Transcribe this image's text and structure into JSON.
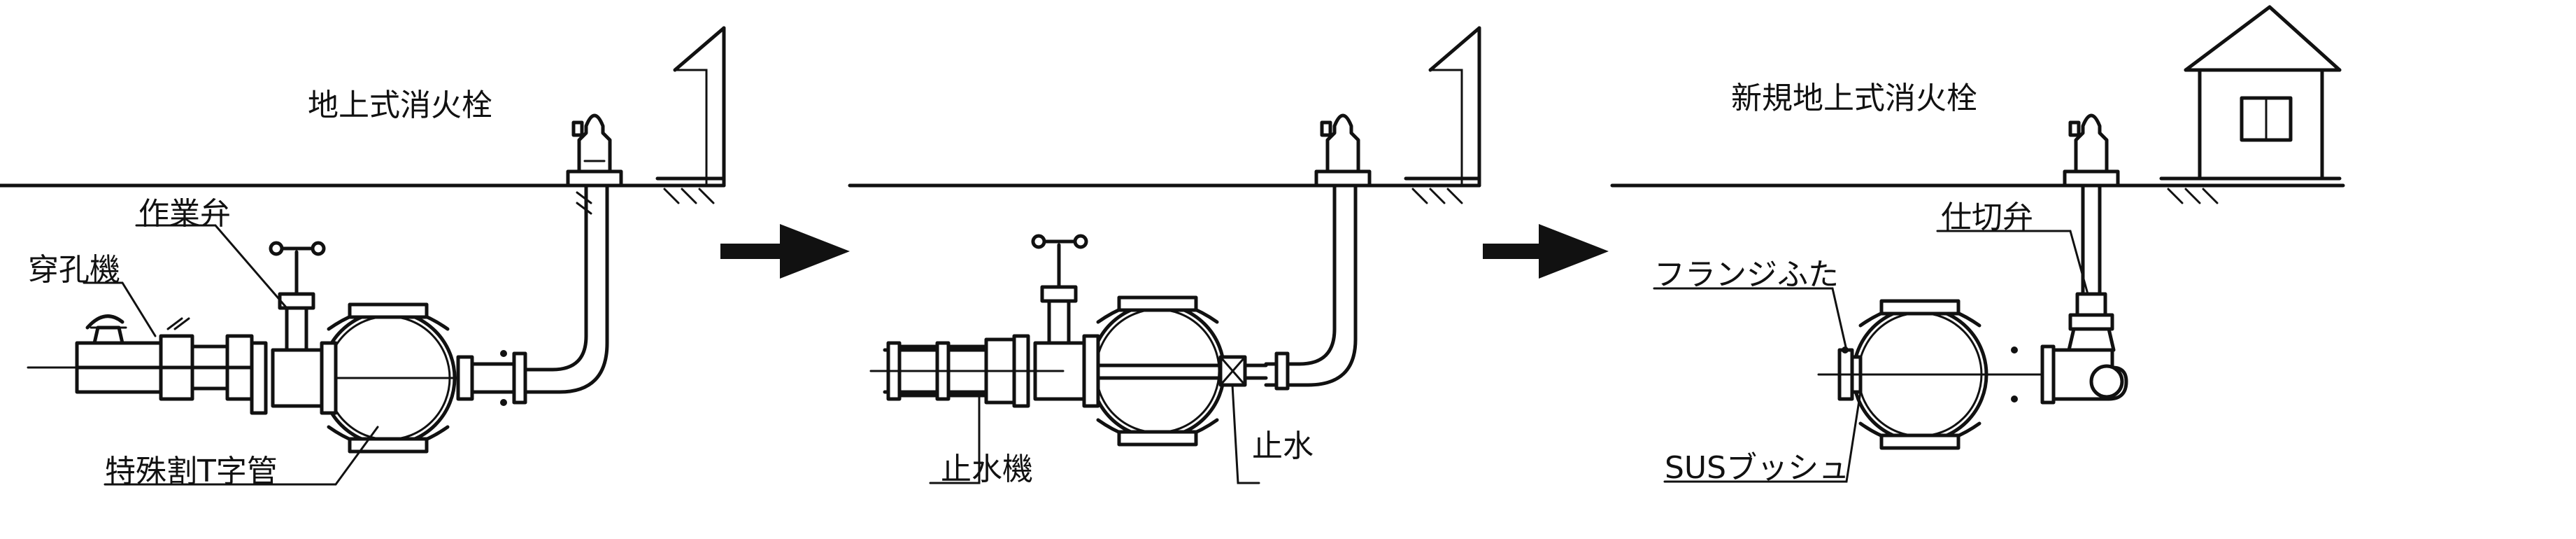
{
  "stage1": {
    "hydrant_label": "地上式消火栓",
    "work_valve_label": "作業弁",
    "drilling_machine_label": "穿孔機",
    "special_tee_label": "特殊割T字管"
  },
  "stage2": {
    "stop_machine_label": "止水機",
    "stop_water_label": "止水"
  },
  "stage3": {
    "new_hydrant_label": "新規地上式消火栓",
    "gate_valve_label": "仕切弁",
    "flange_cover_label": "フランジふた",
    "sus_bush_label": "SUSブッシュ"
  }
}
